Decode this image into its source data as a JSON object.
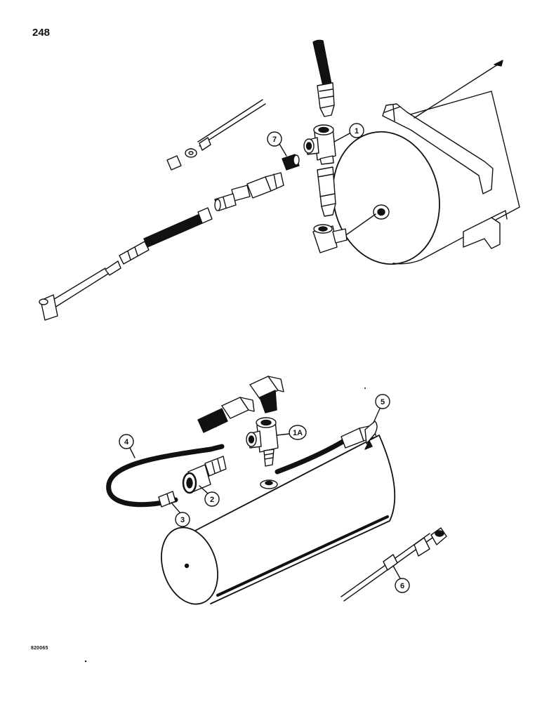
{
  "page": {
    "number": "248",
    "figure_code": "820065"
  },
  "callouts": [
    "1",
    "7",
    "1A",
    "2",
    "3",
    "4",
    "5",
    "6"
  ],
  "colors": {
    "ink": "#111111",
    "paper": "#ffffff"
  }
}
